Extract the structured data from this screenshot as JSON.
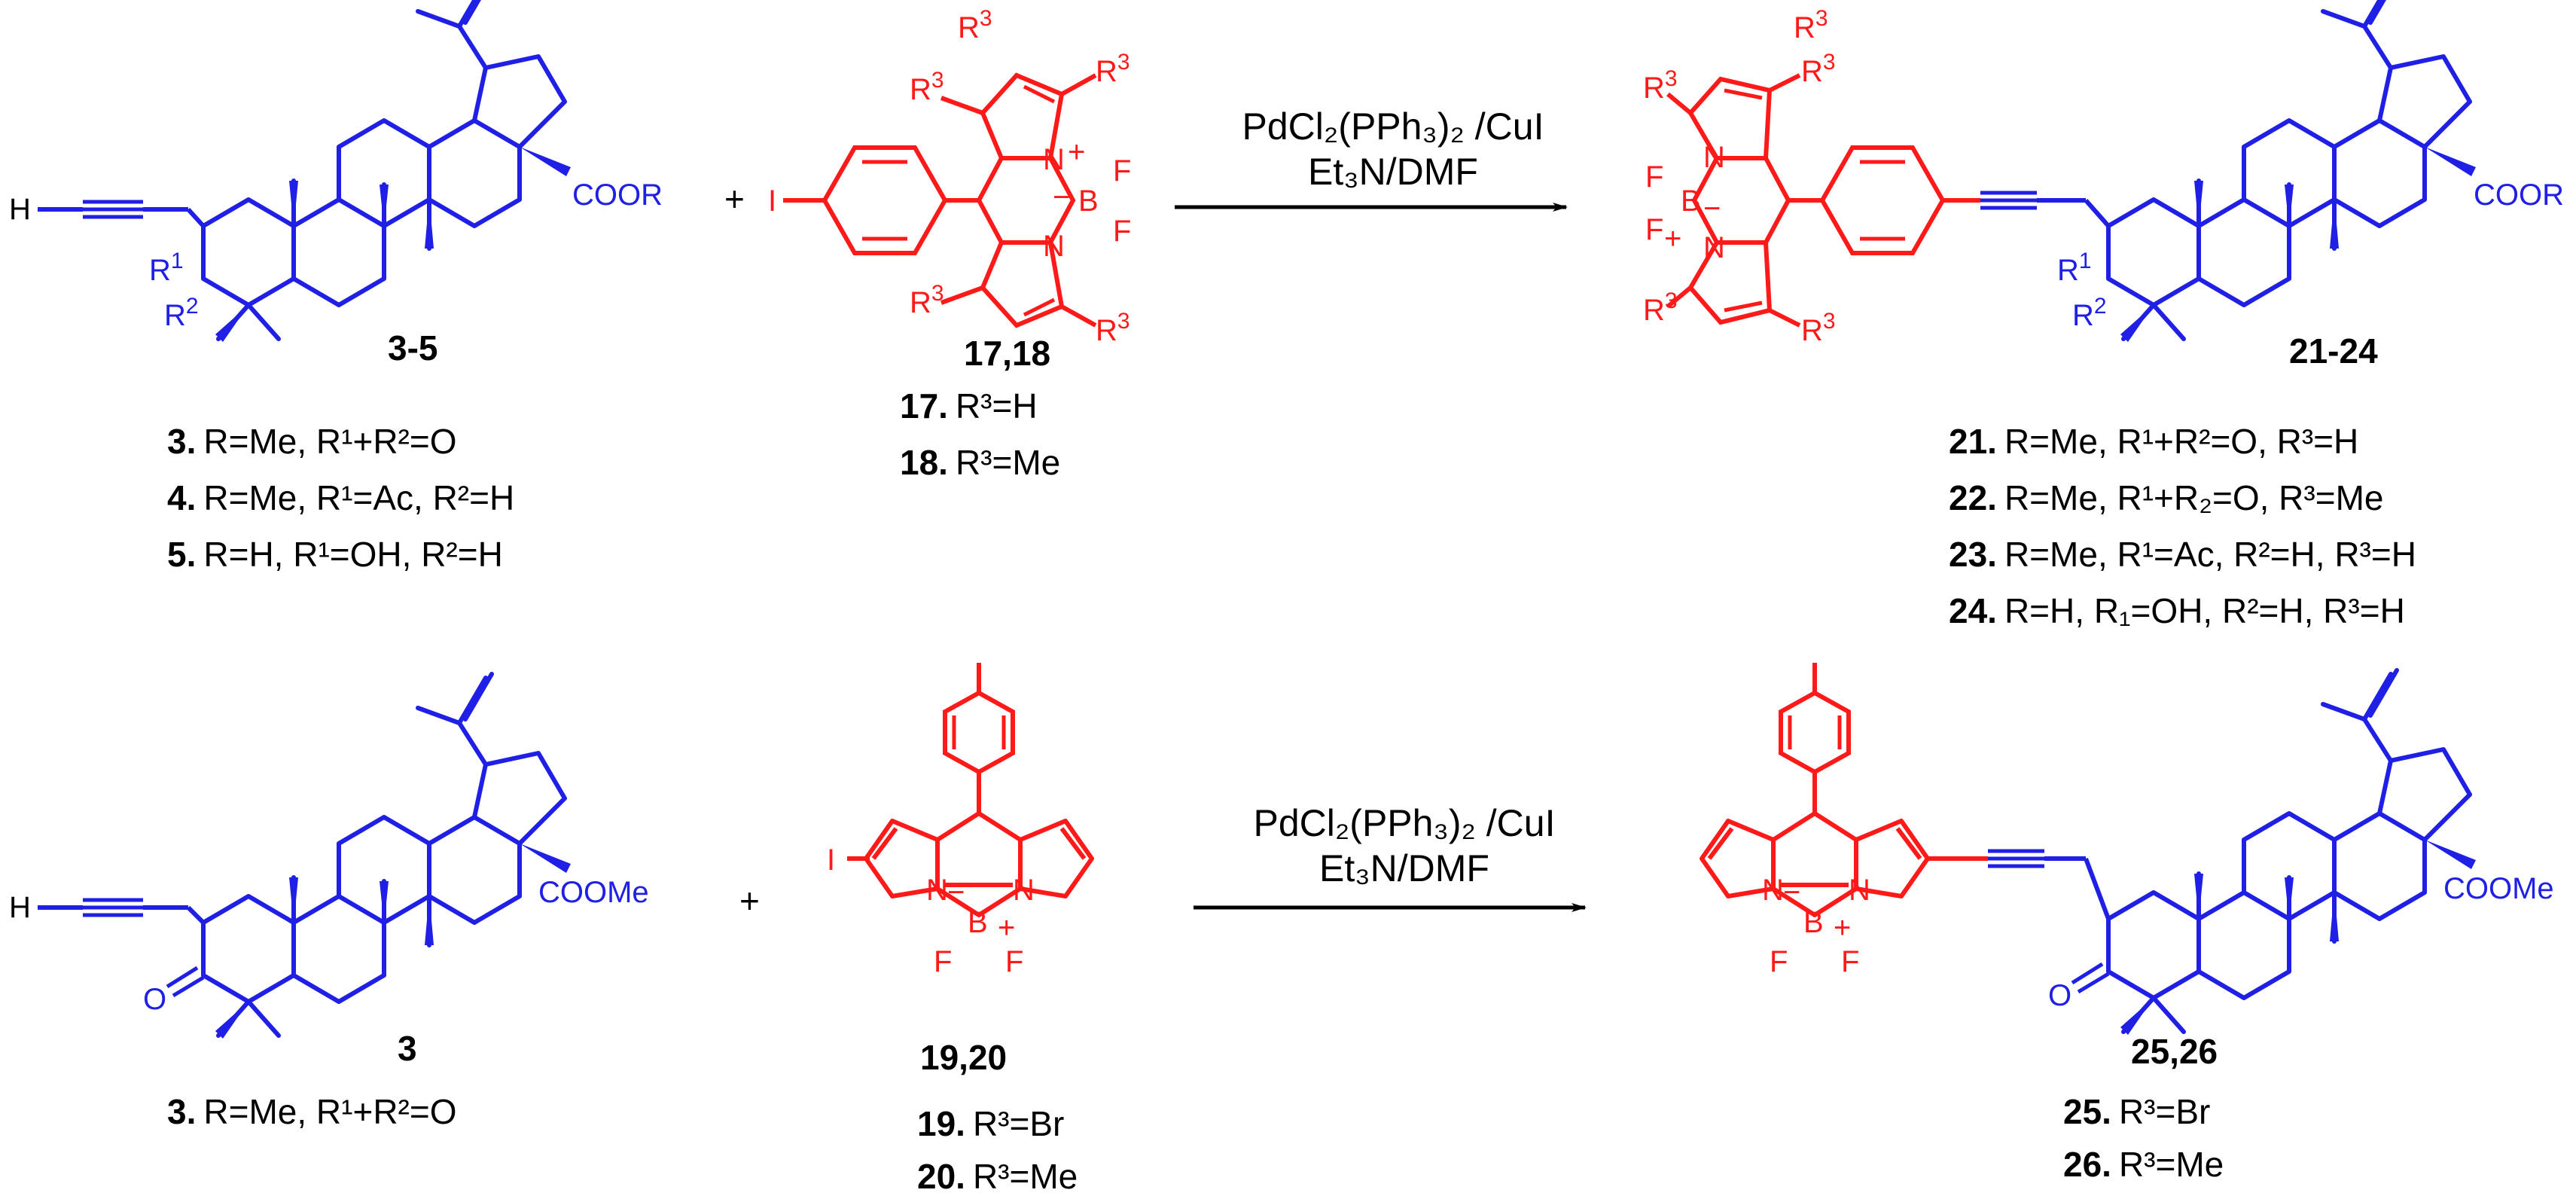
{
  "colors": {
    "triterpene": "#1f1fe6",
    "bodipy": "#ff1a1a",
    "text": "#000000"
  },
  "top": {
    "reactant1": {
      "hydrogen": "H",
      "ester": "COOR",
      "r1": "R",
      "r1_sup": "1",
      "r2": "R",
      "r2_sup": "2",
      "number": "3-5",
      "variants": [
        {
          "num": "3.",
          "desc": "R=Me, R¹+R²=O"
        },
        {
          "num": "4.",
          "desc": "R=Me, R¹=Ac, R²=H"
        },
        {
          "num": "5.",
          "desc": "R=H, R¹=OH, R²=H"
        }
      ]
    },
    "plus": "+",
    "reactant2": {
      "iodo": "I",
      "r3": "R",
      "r3_sup": "3",
      "n": "N",
      "b": "B",
      "f": "F",
      "plus_charge": "+",
      "minus_charge": "−",
      "number": "17,18",
      "variants": [
        {
          "num": "17.",
          "desc": "R³=H"
        },
        {
          "num": "18.",
          "desc": "R³=Me"
        }
      ]
    },
    "conditions": {
      "line1": "PdCl₂(PPh₃)₂ /CuI",
      "line2": "Et₃N/DMF"
    },
    "product": {
      "ester": "COOR",
      "number": "21-24",
      "variants": [
        {
          "num": "21.",
          "desc": "R=Me, R¹+R²=O, R³=H"
        },
        {
          "num": "22.",
          "desc": "R=Me, R¹+R₂=O, R³=Me"
        },
        {
          "num": "23.",
          "desc": "R=Me, R¹=Ac, R²=H, R³=H"
        },
        {
          "num": "24.",
          "desc": "R=H, R₁=OH, R²=H, R³=H"
        }
      ]
    }
  },
  "bottom": {
    "reactant1": {
      "hydrogen": "H",
      "ester": "COOMe",
      "oxygen": "O",
      "number": "3",
      "variants": [
        {
          "num": "3.",
          "desc": "R=Me, R¹+R²=O"
        }
      ]
    },
    "plus": "+",
    "reactant2": {
      "iodo": "I",
      "r3": "R",
      "r3_sup": "3",
      "n": "N",
      "b": "B",
      "f": "F",
      "plus_charge": "+",
      "minus_charge": "−",
      "number": "19,20",
      "variants": [
        {
          "num": "19.",
          "desc": "R³=Br"
        },
        {
          "num": "20.",
          "desc": "R³=Me"
        }
      ]
    },
    "conditions": {
      "line1": "PdCl₂(PPh₃)₂ /CuI",
      "line2": "Et₃N/DMF"
    },
    "product": {
      "ester": "COOMe",
      "oxygen": "O",
      "number": "25,26",
      "variants": [
        {
          "num": "25.",
          "desc": "R³=Br"
        },
        {
          "num": "26.",
          "desc": "R³=Me"
        }
      ]
    }
  }
}
